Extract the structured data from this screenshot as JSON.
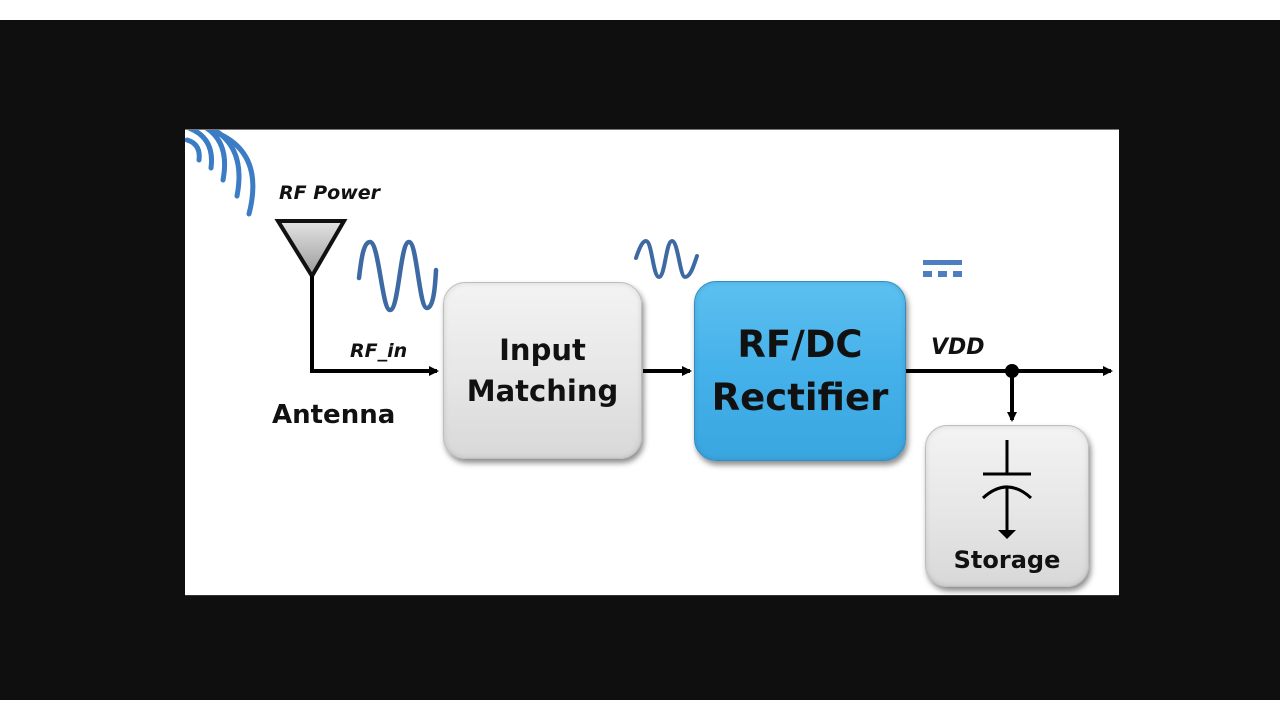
{
  "diagram": {
    "title": "RF energy harvesting block diagram",
    "labels": {
      "rf_power": "RF Power",
      "antenna": "Antenna",
      "rf_in": "RF_in",
      "vdd": "VDD"
    },
    "blocks": [
      {
        "id": "input-matching",
        "lines": [
          "Input",
          "Matching"
        ],
        "fill": "#e6e6e6"
      },
      {
        "id": "rf-dc-rectifier",
        "lines": [
          "RF/DC",
          "Rectifier"
        ],
        "fill": "#45b1ea"
      },
      {
        "id": "storage",
        "lines": [
          "Storage"
        ],
        "fill": "#e6e6e6"
      }
    ],
    "icons": {
      "rf_waves": "radio-waves-icon",
      "antenna": "antenna-icon",
      "large_sine": "sine-wave-icon",
      "small_sine": "small-sine-wave-icon",
      "dc": "dc-symbol-icon",
      "capacitor": "capacitor-icon"
    },
    "colors": {
      "accent_blue": "#3d6fa8",
      "rectifier_blue": "#45b1ea",
      "wave_blue": "#3b72b4",
      "block_gray": "#e6e6e6",
      "line": "#000000"
    }
  }
}
